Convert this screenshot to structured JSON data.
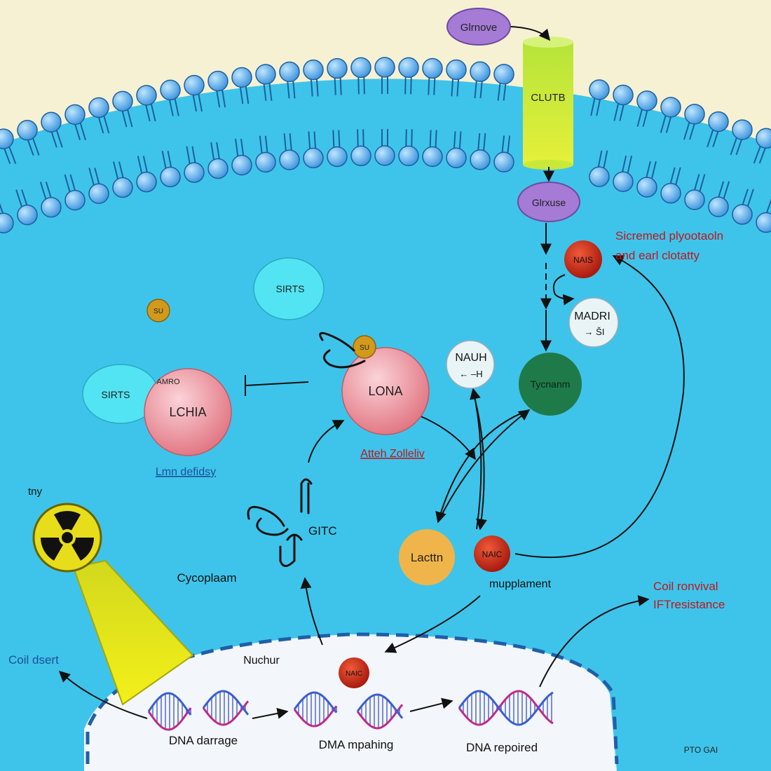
{
  "colors": {
    "outside": "#f6f1d3",
    "cytoplasm": "#3ec4ea",
    "lipid_head": "#4aa7e6",
    "lipid_head_edge": "#1d5f9c",
    "nucleus": "#f3f6fa",
    "transporter_top": "#b5e43a",
    "transporter_bottom": "#e6f03a",
    "glucose": "#a57bd6",
    "red_node": "#cc2211",
    "pink_node": "#ee8c99",
    "cyan_node": "#52e4f2",
    "pale_node": "#e9f4f6",
    "green_node": "#1f7a4a",
    "orange_node": "#f0b54a",
    "gold_node": "#d19a1d",
    "arrow": "#111111",
    "red_text": "#c2161b",
    "blue_text": "#1d4f9a"
  },
  "labels": {
    "glucose_out": "Glrnove",
    "transporter": "CLUTB",
    "glucose_in": "Glrxuse",
    "nad_top": "NAIS",
    "nadr": "MADRI",
    "nadr_sub": "→ ŠI",
    "nauh": "NAUH",
    "nauh_sub": "← –H",
    "pyruvate": "Tycnanm",
    "lactate": "Lacttn",
    "nad_mid": "NAIC",
    "nad_nuc": "NAIC",
    "lona": "LONA",
    "lchia": "LCHIA",
    "lchia_tag": "AMRO",
    "sirt_a": "SIRTS",
    "sirt_b": "SIRTS",
    "small_gold_a": "SU",
    "small_gold_b": "SU",
    "secreted_line1": "Sicremed plyootaoln",
    "secreted_line2": "and earl clotatty",
    "alteh": "Atteh Zolleliv",
    "lmn": "Lmn defidsy",
    "gitc": "GITC",
    "supplement": "mupplament",
    "cytoplasm": "Cycoplaam",
    "nucleus": "Nuchur",
    "cell_death": "Coil dsert",
    "survival_line1": "Coil ronvival",
    "survival_line2": "IFTresistance",
    "radiation": "tny",
    "dna_damage": "DNA darrage",
    "dna_repairing": "DMA mpahing",
    "dna_repaired": "DNA repoired",
    "corner": "PTO GAI"
  }
}
